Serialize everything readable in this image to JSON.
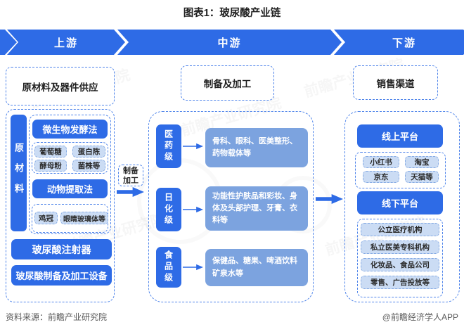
{
  "title": "图表1：玻尿酸产业链",
  "banner": {
    "upstream": "上游",
    "midstream": "中游",
    "downstream": "下游"
  },
  "upstream": {
    "header": "原材料及器件供应",
    "side_label": "原材料",
    "fermentation": {
      "title": "微生物发酵法",
      "items": [
        "葡萄糖",
        "蛋白陈",
        "酵母粉",
        "菌株等"
      ]
    },
    "animal": {
      "title": "动物提取法",
      "items": [
        "鸡冠",
        "眼睛玻璃体等"
      ]
    },
    "equipment": [
      "玻尿酸注射器",
      "玻尿酸制备及加工设备"
    ]
  },
  "connector": {
    "label": "制备\n加工"
  },
  "midstream": {
    "header": "制备及加工",
    "rows": [
      {
        "grade": "医药级",
        "desc": "骨科、眼科、医美整形、药物载体等"
      },
      {
        "grade": "日化级",
        "desc": "功能性护肤品和彩妆、身体及头部护理、牙膏、衣料等"
      },
      {
        "grade": "食品级",
        "desc": "保健品、糖果、啤酒饮料矿泉水等"
      }
    ]
  },
  "downstream": {
    "header": "销售渠道",
    "online": {
      "title": "线上平台",
      "items": [
        "小红书",
        "淘宝",
        "京东",
        "天猫等"
      ]
    },
    "offline": {
      "title": "线下平台",
      "items": [
        "公立医疗机构",
        "私立医美专科机构",
        "化妆品、食品公司",
        "零售、广告投放等"
      ]
    }
  },
  "footer": {
    "source": "资料来源：前瞻产业研究院",
    "credit": "@前瞻经济学人APP"
  },
  "watermark": "前瞻产业研究院",
  "colors": {
    "primary": "#2E6BE6",
    "medium": "#7CA3DF",
    "light": "#CBDCF4",
    "border": "#4D83EA"
  }
}
